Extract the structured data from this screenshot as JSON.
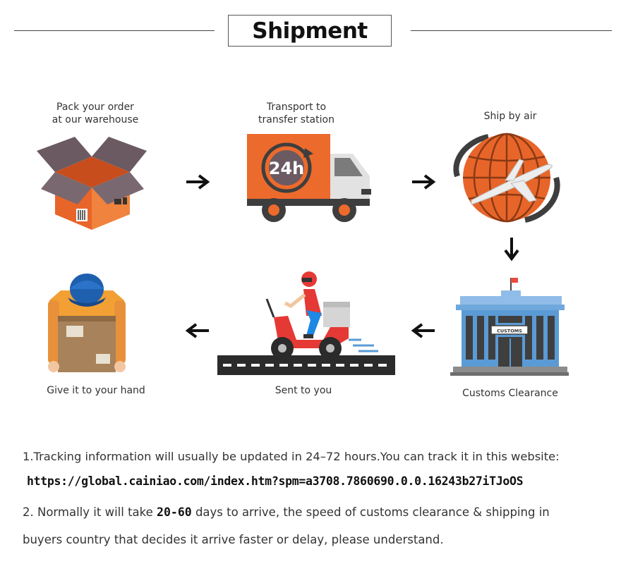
{
  "header": {
    "title": "Shipment"
  },
  "steps": [
    {
      "line1": "Pack your order",
      "line2": "at our warehouse"
    },
    {
      "line1": "Transport to",
      "line2": "transfer station"
    },
    {
      "label": "Ship by air"
    },
    {
      "label": "Customs Clearance"
    },
    {
      "label": "Sent to you"
    },
    {
      "label": "Give it to your hand"
    }
  ],
  "icons": {
    "truck_badge": "24h",
    "customs_sign": "CUSTOMS"
  },
  "notes": {
    "note1": "1.Tracking information will usually be updated in 24–72 hours.You can track it in this website:",
    "url": "https://global.cainiao.com/index.htm?spm=a3708.7860690.0.0.16243b27iTJoOS",
    "note2_pre": "2. Normally it will take ",
    "note2_bold": "20-60",
    "note2_post": " days to arrive, the speed of customs clearance & shipping in",
    "note3": "buyers country that decides it arrive faster or delay, please understand."
  },
  "colors": {
    "orange": "#EC6A2C",
    "box_flap": "#6B5A62",
    "dark": "#3E3E3E",
    "building": "#5B9BD5"
  }
}
